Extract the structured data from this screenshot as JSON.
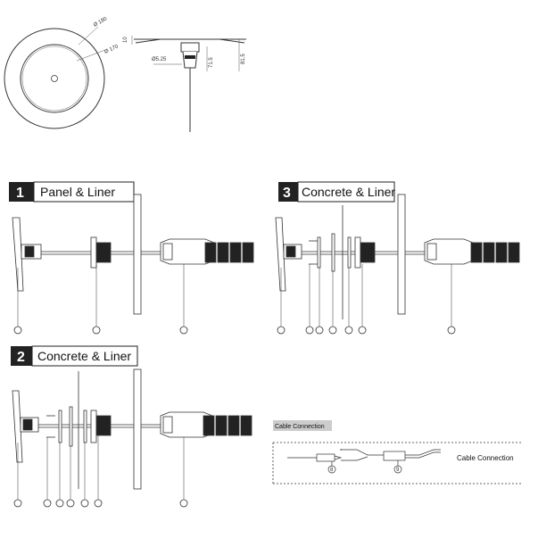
{
  "top": {
    "dim_outer": "Ø 180",
    "dim_inner": "Ø 170",
    "dim_thickness": "10",
    "dim_base": "Ø5.25",
    "dim_depth": "71.5",
    "dim_total": "81.5"
  },
  "sections": [
    {
      "number": "1",
      "title": "Panel & Liner"
    },
    {
      "number": "2",
      "title": "Concrete & Liner"
    },
    {
      "number": "3",
      "title": "Concrete & Liner"
    }
  ],
  "cable": {
    "header": "Cable Connection",
    "label": "Cable Connection",
    "callout_a": "8",
    "callout_b": "9"
  },
  "colors": {
    "dark": "#222222",
    "grey": "#cccccc"
  }
}
